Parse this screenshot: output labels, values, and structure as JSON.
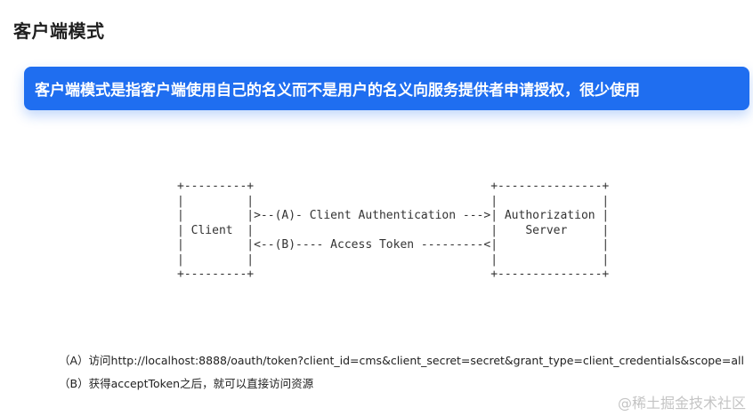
{
  "page": {
    "title": "客户端模式"
  },
  "callout": {
    "text": "客户端模式是指客户端使用自己的名义而不是用户的名义向服务提供者申请授权，很少使用",
    "color": "#1f6ef0"
  },
  "diagram": {
    "ascii": "+---------+                                  +---------------+\n|         |                                  |               |\n|         |>--(A)- Client Authentication --->| Authorization |\n| Client  |                                  |    Server     |\n|         |<--(B)---- Access Token ---------<|               |\n|         |                                  |               |\n+---------+                                  +---------------+"
  },
  "notes": {
    "step_a": "（A）访问http://localhost:8888/oauth/token?client_id=cms&client_secret=secret&grant_type=client_credentials&scope=all",
    "step_b": "（B）获得acceptToken之后，就可以直接访问资源"
  },
  "watermark": "@稀土掘金技术社区"
}
